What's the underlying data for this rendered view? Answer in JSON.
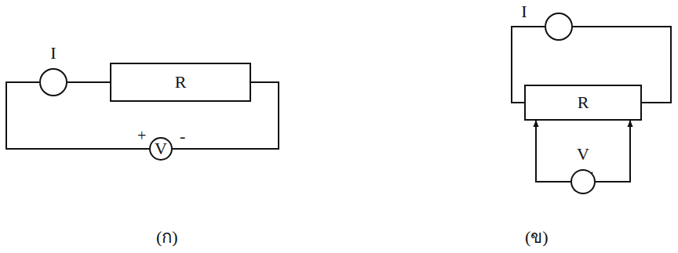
{
  "diagram": {
    "nodes": [
      {
        "text": [
          "I"
        ]
      },
      {
        "text": [
          "R"
        ]
      },
      {
        "text": [
          "V"
        ]
      },
      {
        "text": [
          "I"
        ]
      },
      {
        "text": [
          "R"
        ]
      },
      {
        "text": [
          "V"
        ]
      }
    ],
    "edges": [
      {
        "from": 0,
        "to": 1,
        "arrow": "none"
      },
      {
        "from": 1,
        "to": 2,
        "arrow": "none"
      },
      {
        "from": 2,
        "to": 0,
        "arrow": "none"
      },
      {
        "from": 3,
        "to": 4,
        "arrow": "none"
      },
      {
        "from": 3,
        "to": 4,
        "arrow": "none"
      },
      {
        "from": 5,
        "to": 4,
        "arrow": "to"
      },
      {
        "from": 5,
        "to": 4,
        "arrow": "to"
      }
    ],
    "labels": [
      "+",
      "-",
      "(ก)",
      "(ข)"
    ]
  }
}
